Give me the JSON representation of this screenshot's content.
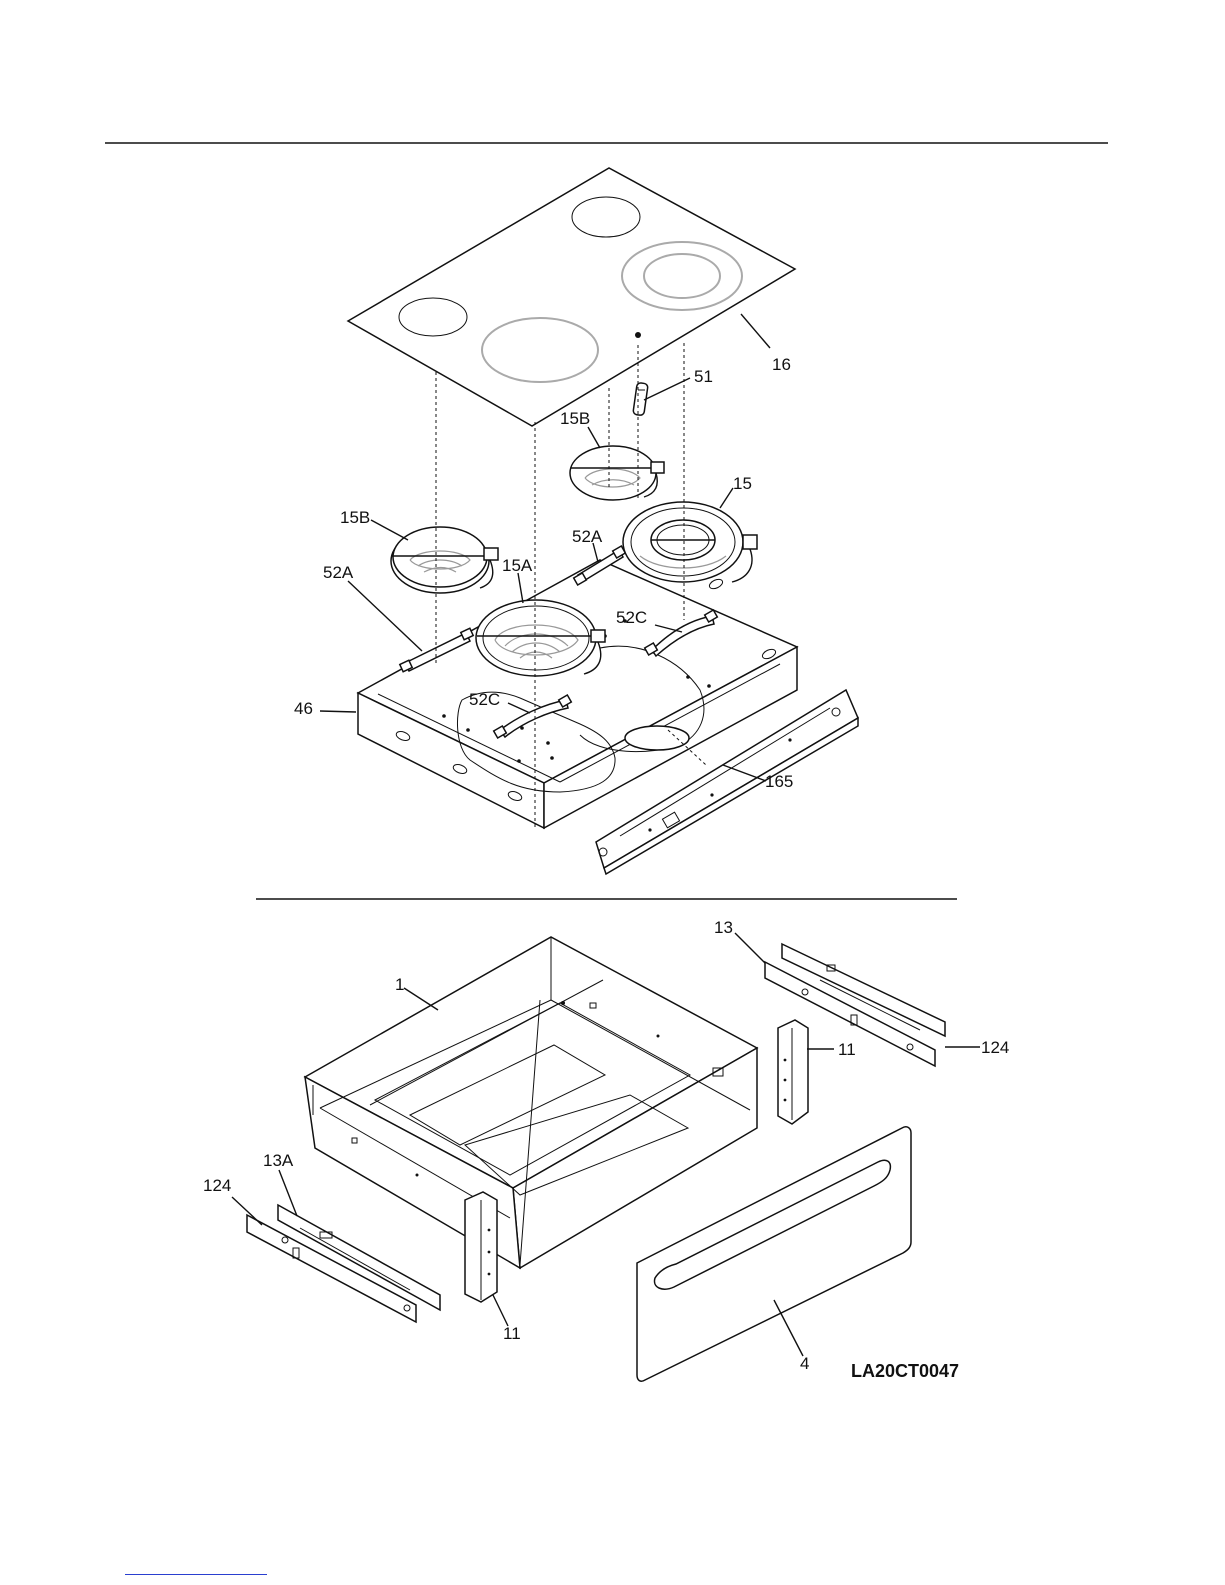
{
  "labels": {
    "l16": "16",
    "l51": "51",
    "l15B_top": "15B",
    "l15": "15",
    "l15B_left": "15B",
    "l52A_top": "52A",
    "l15A": "15A",
    "l52A_left": "52A",
    "l52C_right": "52C",
    "l46": "46",
    "l52C_left": "52C",
    "l165": "165",
    "l13": "13",
    "l1": "1",
    "l11_right": "11",
    "l124_right": "124",
    "l13A": "13A",
    "l124_left": "124",
    "l11_bottom": "11",
    "l4": "4"
  },
  "diagram_code": "LA20CT0047"
}
